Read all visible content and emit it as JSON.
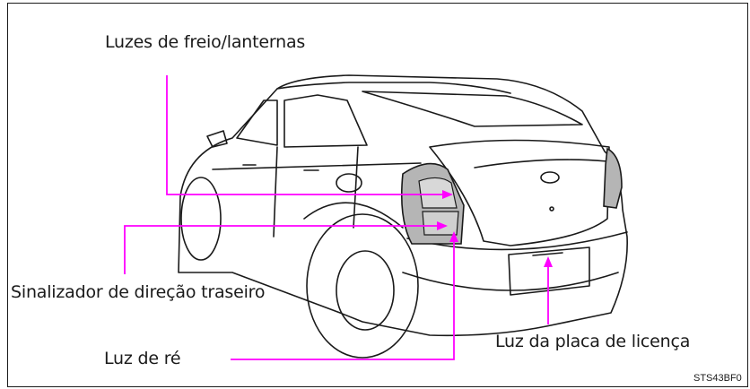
{
  "labels": {
    "brake_tail": "Luzes de freio/lanternas",
    "turn_signal": "Sinalizador de direção traseiro",
    "reverse": "Luz de ré",
    "license_plate": "Luz da placa de licença"
  },
  "figure_code": "STS43BF0",
  "colors": {
    "leader": "#ff00ff",
    "outline": "#1a1a1a",
    "lamp_fill": "#b5b5b5",
    "border": "#1a1a1a"
  }
}
